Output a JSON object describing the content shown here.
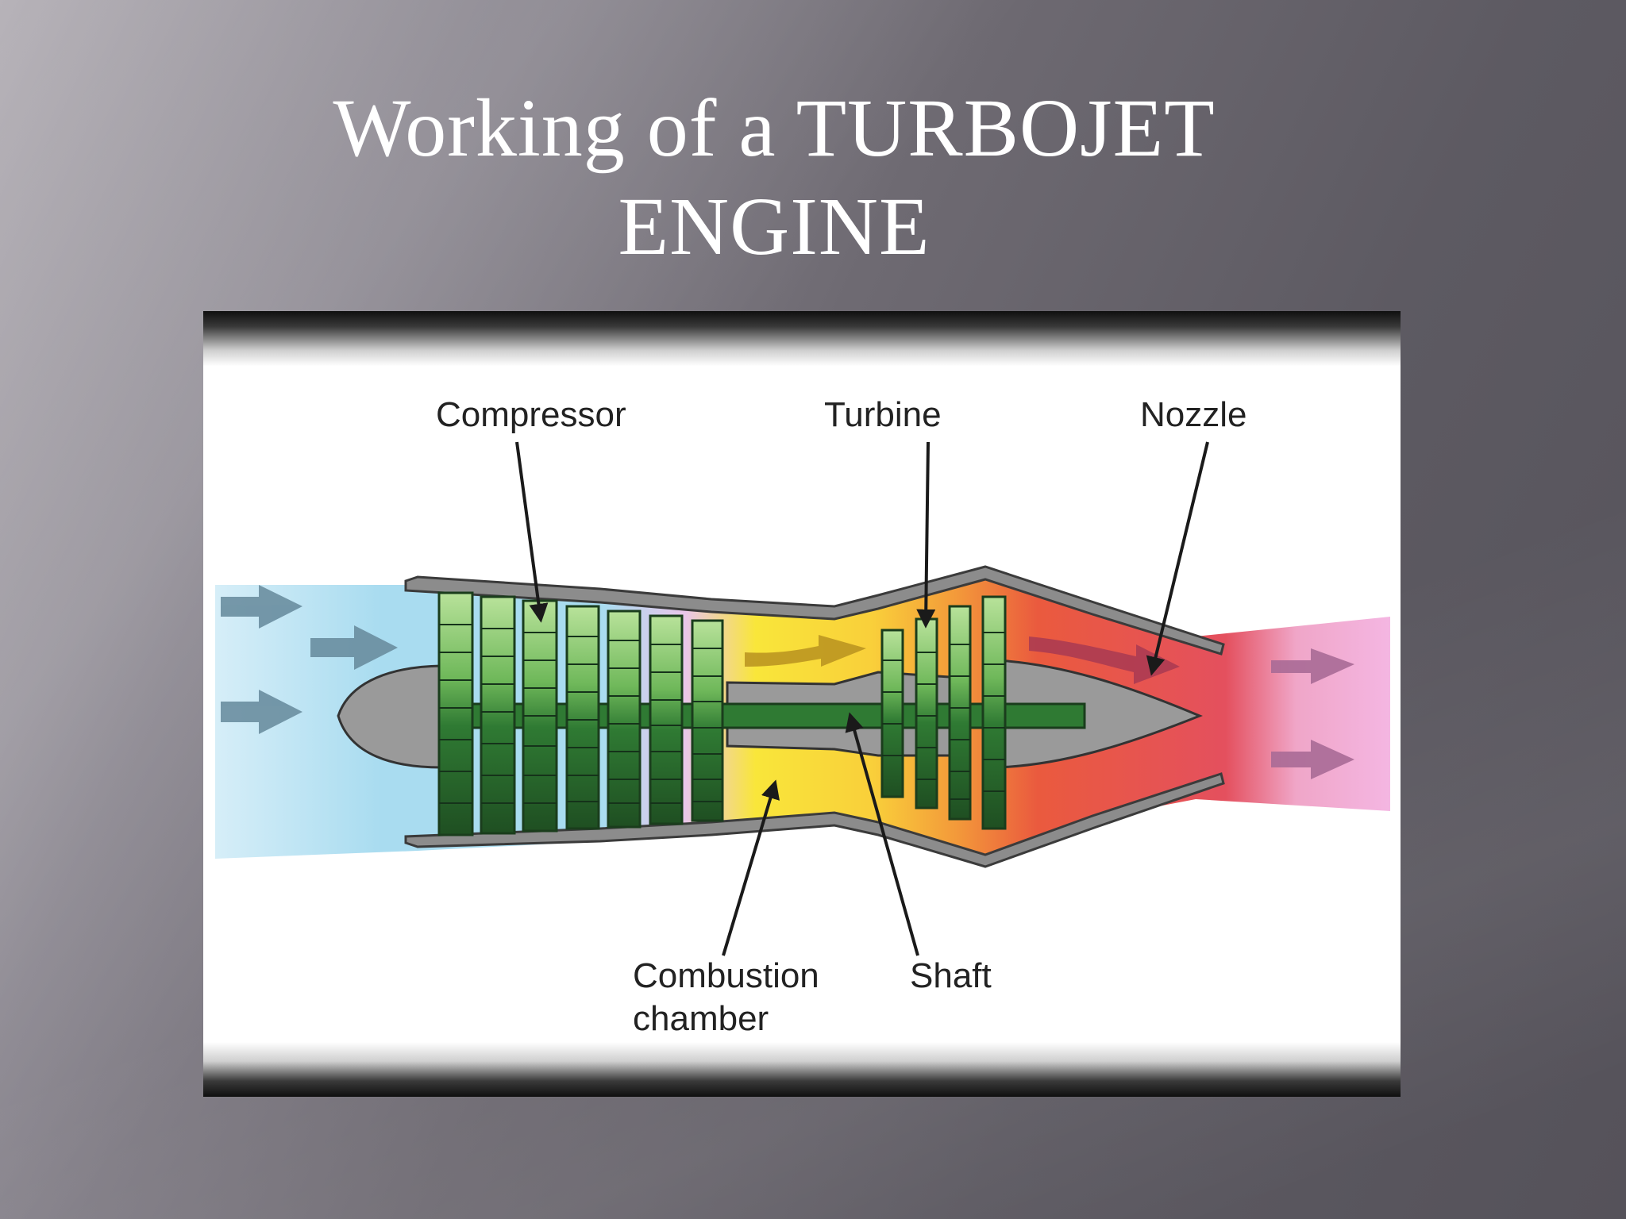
{
  "slide": {
    "title_line1": "Working of a TURBOJET",
    "title_line2": "ENGINE"
  },
  "diagram": {
    "labels": {
      "compressor": "Compressor",
      "turbine": "Turbine",
      "nozzle": "Nozzle",
      "combustion_line1": "Combustion",
      "combustion_line2": "chamber",
      "shaft": "Shaft"
    },
    "colors": {
      "intake_air": "#a9dcf0",
      "compressor_zone": "#f0b8e6",
      "combustion_zone": "#f9e63a",
      "turbine_zone": "#f39a3a",
      "exhaust_zone": "#e2424f",
      "nozzle_plume": "#f4b6e2",
      "blades": "#3a8a3a",
      "casing": "#8c8c8c"
    }
  }
}
